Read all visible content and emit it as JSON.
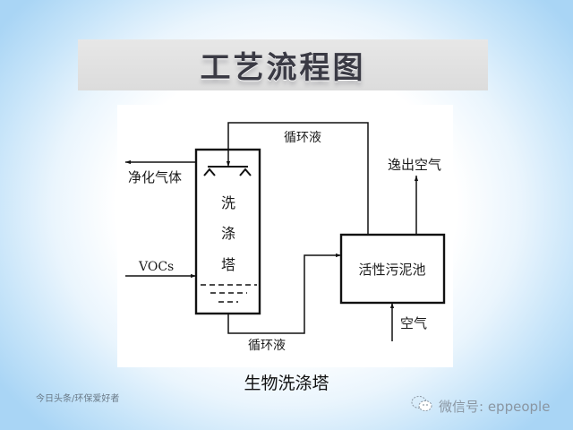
{
  "slide": {
    "title": "工艺流程图",
    "caption": "生物洗涤塔"
  },
  "diagram": {
    "scrubber_tower": {
      "label_chars": [
        "洗",
        "涤",
        "塔"
      ]
    },
    "activated_sludge_tank": {
      "label": "活性污泥池"
    },
    "labels": {
      "clean_gas": "净化气体",
      "vocs_inlet": "VOCs",
      "recycle_top": "循环液",
      "recycle_bottom": "循环液",
      "exhaust_air": "逸出空气",
      "air_inlet": "空气"
    }
  },
  "watermarks": {
    "left": "今日头条/环保爱好者",
    "right": "微信号: eppeople",
    "right_icon": "wechat-icon"
  }
}
